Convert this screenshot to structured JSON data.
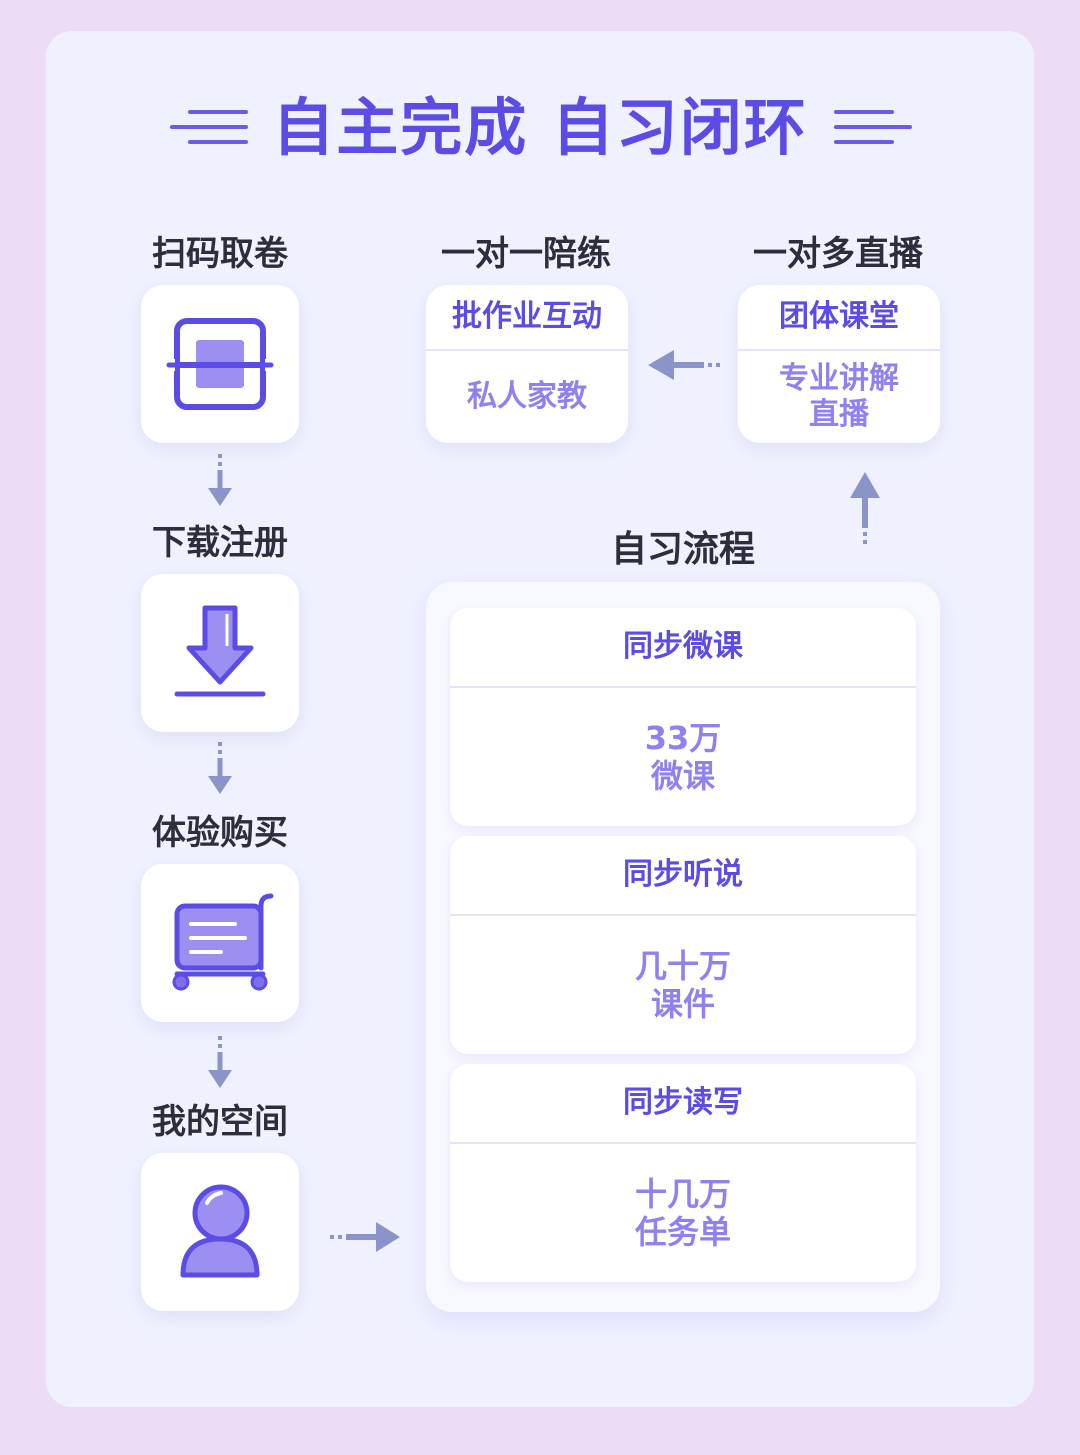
{
  "title": "自主完成 自习闭环",
  "steps": [
    {
      "label": "扫码取卷",
      "icon": "scan-icon"
    },
    {
      "label": "下载注册",
      "icon": "download-icon"
    },
    {
      "label": "体验购买",
      "icon": "cart-icon"
    },
    {
      "label": "我的空间",
      "icon": "user-icon"
    }
  ],
  "one_to_one": {
    "label": "一对一陪练",
    "head": "批作业互动",
    "body": "私人家教"
  },
  "one_to_many": {
    "label": "一对多直播",
    "head": "团体课堂",
    "body": "专业讲解\n直播"
  },
  "flow": {
    "title": "自习流程",
    "items": [
      {
        "head": "同步微课",
        "body": "33万\n微课"
      },
      {
        "head": "同步听说",
        "body": "几十万\n课件"
      },
      {
        "head": "同步读写",
        "body": "十几万\n任务单"
      }
    ]
  },
  "colors": {
    "accent": "#5b4ce6",
    "light_accent": "#8f82f0",
    "arrow": "#8a94c9",
    "background": "#ecdcf5",
    "card": "#eff2fe"
  }
}
